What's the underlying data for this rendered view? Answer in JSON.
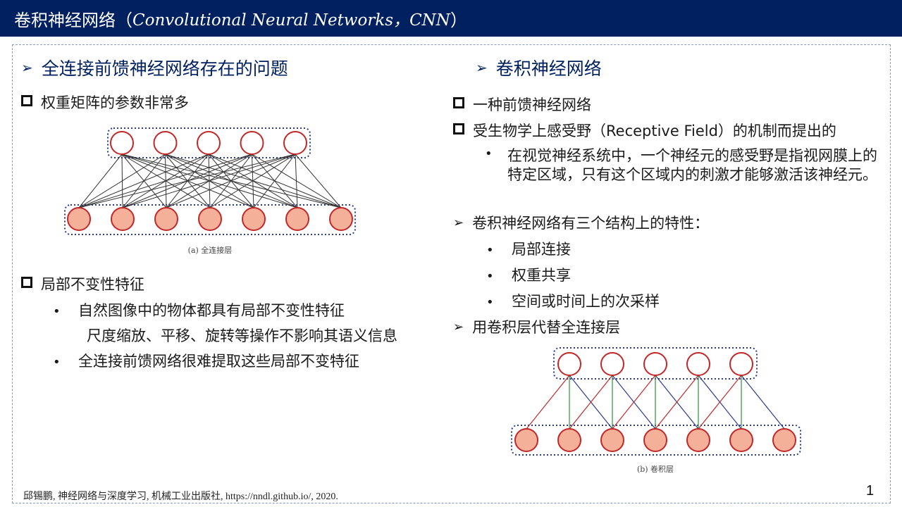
{
  "title": {
    "cn": "卷积神经网络（",
    "latin": "Convolutional Neural Networks，CNN",
    "close": "）"
  },
  "left": {
    "heading": "全连接前馈神经网络存在的问题",
    "item1": "权重矩阵的参数非常多",
    "fig_caption": "(a) 全连接层",
    "item2": "局部不变性特征",
    "bullet1": "自然图像中的物体都具有局部不变性特征",
    "bullet1_sub": "尺度缩放、平移、旋转等操作不影响其语义信息",
    "bullet2": "全连接前馈网络很难提取这些局部不变特征"
  },
  "right": {
    "heading": "卷积神经网络",
    "item1": "一种前馈神经网络",
    "item2": "受生物学上感受野（Receptive Field）的机制而提出的",
    "item2_bullet": "在视觉神经系统中，一个神经元的感受野是指视网膜上的特定区域，只有这个区域内的刺激才能够激活该神经元。",
    "arrow1": "卷积神经网络有三个结构上的特性：",
    "props": [
      "局部连接",
      "权重共享",
      "空间或时间上的次采样"
    ],
    "arrow2": "用卷积层代替全连接层",
    "fig_caption": "(b) 卷积层"
  },
  "footer": {
    "citation": "邱锡鹏, 神经网络与深度学习, 机械工业出版社, https://nndl.github.io/,   2020.",
    "page": "1"
  },
  "colors": {
    "title_bg": "#002060",
    "node_fill": "#f4b098",
    "node_stroke": "#c0282a",
    "conv_red": "#c0282a",
    "conv_blue": "#2e3a8c",
    "conv_green": "#2f8f3a"
  }
}
